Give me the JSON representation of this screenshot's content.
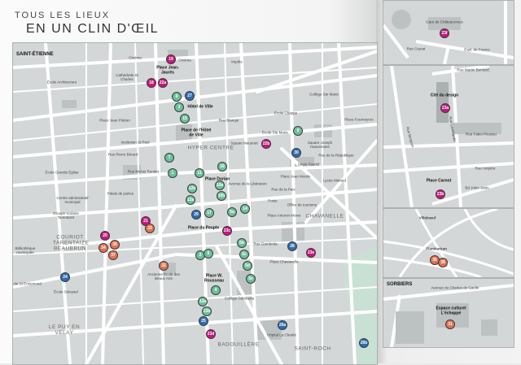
{
  "header": {
    "line1": "TOUS LES LIEUX",
    "line2": "EN UN CLIN D'ŒIL"
  },
  "colors": {
    "pink": "#c8177d",
    "teal": "#6cc09c",
    "blue": "#2e6db2",
    "orange": "#e2714f",
    "map_bg": "#d4d7d7",
    "road": "#ffffff",
    "block": "#b9bfbe"
  },
  "main_map": {
    "city": "SAINT-ÉTIENNE"
  },
  "markers": [
    {
      "label": "19",
      "cat": "pink"
    },
    {
      "label": "18",
      "cat": "pink"
    },
    {
      "label": "22a",
      "cat": "pink"
    },
    {
      "label": "21",
      "cat": "pink"
    },
    {
      "label": "20",
      "cat": "pink"
    },
    {
      "label": "22b",
      "cat": "pink"
    },
    {
      "label": "23c",
      "cat": "pink"
    },
    {
      "label": "23e",
      "cat": "pink"
    },
    {
      "label": "23d",
      "cat": "pink"
    },
    {
      "label": "8",
      "cat": "teal"
    },
    {
      "label": "3",
      "cat": "teal"
    },
    {
      "label": "15",
      "cat": "teal"
    },
    {
      "label": "7",
      "cat": "teal"
    },
    {
      "label": "1",
      "cat": "teal"
    },
    {
      "label": "11",
      "cat": "teal"
    },
    {
      "label": "16",
      "cat": "teal"
    },
    {
      "label": "12b",
      "cat": "teal"
    },
    {
      "label": "12a",
      "cat": "teal"
    },
    {
      "label": "10a",
      "cat": "teal"
    },
    {
      "label": "10b",
      "cat": "teal"
    },
    {
      "label": "17",
      "cat": "teal"
    },
    {
      "label": "5a",
      "cat": "teal"
    },
    {
      "label": "14",
      "cat": "teal"
    },
    {
      "label": "5b",
      "cat": "teal"
    },
    {
      "label": "5c",
      "cat": "teal"
    },
    {
      "label": "5d",
      "cat": "teal"
    },
    {
      "label": "5e",
      "cat": "teal"
    },
    {
      "label": "2",
      "cat": "teal"
    },
    {
      "label": "6",
      "cat": "teal"
    },
    {
      "label": "4",
      "cat": "teal"
    },
    {
      "label": "13a",
      "cat": "teal"
    },
    {
      "label": "13b",
      "cat": "teal"
    },
    {
      "label": "9",
      "cat": "teal"
    },
    {
      "label": "27",
      "cat": "blue"
    },
    {
      "label": "29",
      "cat": "blue"
    },
    {
      "label": "24",
      "cat": "blue"
    },
    {
      "label": "25",
      "cat": "blue"
    },
    {
      "label": "30",
      "cat": "blue"
    },
    {
      "label": "28",
      "cat": "blue"
    },
    {
      "label": "26a",
      "cat": "blue"
    },
    {
      "label": "26b",
      "cat": "blue"
    },
    {
      "label": "33",
      "cat": "orange"
    },
    {
      "label": "34",
      "cat": "orange"
    },
    {
      "label": "36",
      "cat": "orange"
    },
    {
      "label": "37",
      "cat": "orange"
    },
    {
      "label": "32",
      "cat": "orange"
    }
  ],
  "labels": [
    {
      "text": "Cinéma",
      "kind": "poi"
    },
    {
      "text": "Cinéma",
      "kind": "poi"
    },
    {
      "text": "Impôts",
      "kind": "poi"
    },
    {
      "text": "Place Jean-Jaurès",
      "kind": "place"
    },
    {
      "text": "Cathédrale St Charles",
      "kind": "poi"
    },
    {
      "text": "École Architecture",
      "kind": "poi"
    },
    {
      "text": "Hôtel de Ville",
      "kind": "place"
    },
    {
      "text": "Place Jean Plotton",
      "kind": "poi"
    },
    {
      "text": "Place de l'Hôtel de Ville",
      "kind": "place"
    },
    {
      "text": "HYPER CENTRE",
      "kind": "district"
    },
    {
      "text": "Institution St Paul",
      "kind": "poi"
    },
    {
      "text": "École Grande Église",
      "kind": "poi"
    },
    {
      "text": "Palais de justice",
      "kind": "poi"
    },
    {
      "text": "Centre administratif municipal",
      "kind": "poi"
    },
    {
      "text": "Groupe scolaire Tarentaize",
      "kind": "poi"
    },
    {
      "text": "COURIOT TARENTAIZE BEAUBRUN",
      "kind": "district"
    },
    {
      "text": "Bibliothèque municipale",
      "kind": "poi"
    },
    {
      "text": "École St Ennemond",
      "kind": "poi"
    },
    {
      "text": "École Soleysel",
      "kind": "poi"
    },
    {
      "text": "LE PUY EN VELAY",
      "kind": "district"
    },
    {
      "text": "Place Dorian",
      "kind": "place"
    },
    {
      "text": "Place du Peuple",
      "kind": "place"
    },
    {
      "text": "Square Mauenet",
      "kind": "poi"
    },
    {
      "text": "Ancienne École des Beaux Arts",
      "kind": "poi"
    },
    {
      "text": "Place W. Rousseau",
      "kind": "place"
    },
    {
      "text": "Collège Gambetta",
      "kind": "poi"
    },
    {
      "text": "BADOUILLÈRE",
      "kind": "district"
    },
    {
      "text": "Hôpital La Charité",
      "kind": "poi"
    },
    {
      "text": "SAINT-ROCH",
      "kind": "district"
    },
    {
      "text": "CHAVANELLE",
      "kind": "district"
    },
    {
      "text": "Poste",
      "kind": "poi"
    },
    {
      "text": "Place Chavanelle",
      "kind": "poi"
    },
    {
      "text": "Office de tourisme",
      "kind": "poi"
    },
    {
      "text": "Lycée Fauriel",
      "kind": "poi"
    },
    {
      "text": "Lycée Mimard",
      "kind": "poi"
    },
    {
      "text": "Place Jean Moulin",
      "kind": "poi"
    },
    {
      "text": "École Ste Marie",
      "kind": "poi"
    },
    {
      "text": "École Chappe",
      "kind": "poi"
    },
    {
      "text": "Collège Ste Marie",
      "kind": "poi"
    },
    {
      "text": "Place Fourneyron",
      "kind": "poi"
    },
    {
      "text": "Square Joseph Haussmann",
      "kind": "poi"
    },
    {
      "text": "Place Antonin Moine",
      "kind": "poi"
    },
    {
      "text": "Rue Michel Rondet",
      "kind": "street"
    },
    {
      "text": "Rue de la République",
      "kind": "street"
    },
    {
      "text": "Rue Blanqui",
      "kind": "street"
    },
    {
      "text": "Rue Gambetta",
      "kind": "street"
    },
    {
      "text": "Avenue de la Libération",
      "kind": "street"
    },
    {
      "text": "Rue de la Paix",
      "kind": "street"
    },
    {
      "text": "Rue Pierre Bérard",
      "kind": "street"
    }
  ],
  "insets": [
    {
      "name": "chateaucreux",
      "labels": [
        "Gare de Châteaucreux",
        "Rue Ceyrat",
        "Espl. de France"
      ],
      "markers": [
        {
          "label": "23f",
          "cat": "pink"
        }
      ]
    },
    {
      "name": "design",
      "labels": [
        "Cité du design",
        "Place Carnot",
        "Rue Martin Bernard",
        "Rue Bergson",
        "Rue Fabio Picasso",
        "Rue Ampère",
        "Bd Jules Janin",
        "Rue Lamblardie"
      ],
      "markers": [
        {
          "label": "23a",
          "cat": "pink"
        },
        {
          "label": "23b",
          "cat": "pink"
        }
      ]
    },
    {
      "name": "planetarium",
      "labels": [
        "Villebœuf",
        "Planétarium"
      ],
      "markers": [
        {
          "label": "35",
          "cat": "orange"
        },
        {
          "label": "38",
          "cat": "orange"
        }
      ]
    },
    {
      "name": "sorbiers",
      "city": "SORBIERS",
      "labels": [
        "Avenue du Charles de Gaulle",
        "Espace culturel L'échappé"
      ],
      "markers": [
        {
          "label": "31",
          "cat": "orange"
        }
      ]
    }
  ]
}
